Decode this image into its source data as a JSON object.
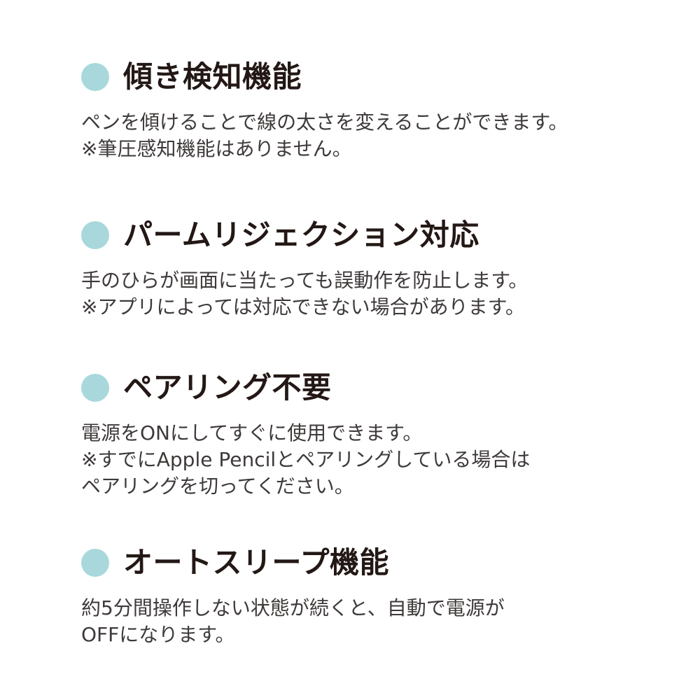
{
  "features": [
    {
      "title": "傾き検知機能",
      "lines": [
        "ペンを傾けることで線の太さを変えることができます。",
        "※筆圧感知機能はありません。"
      ]
    },
    {
      "title": "パームリジェクション対応",
      "lines": [
        "手のひらが画面に当たっても誤動作を防止します。",
        "※アプリによっては対応できない場合があります。"
      ]
    },
    {
      "title": "ペアリング不要",
      "lines": [
        "電源をONにしてすぐに使用できます。",
        "※すでにApple Pencilとペアリングしている場合は",
        "ペアリングを切ってください。"
      ]
    },
    {
      "title": "オートスリープ機能",
      "lines": [
        "約5分間操作しない状態が続くと、自動で電源が",
        "OFFになります。"
      ]
    }
  ],
  "colors": {
    "bullet": "#a8d8dc",
    "title": "#231815",
    "text": "#3e3a39"
  }
}
